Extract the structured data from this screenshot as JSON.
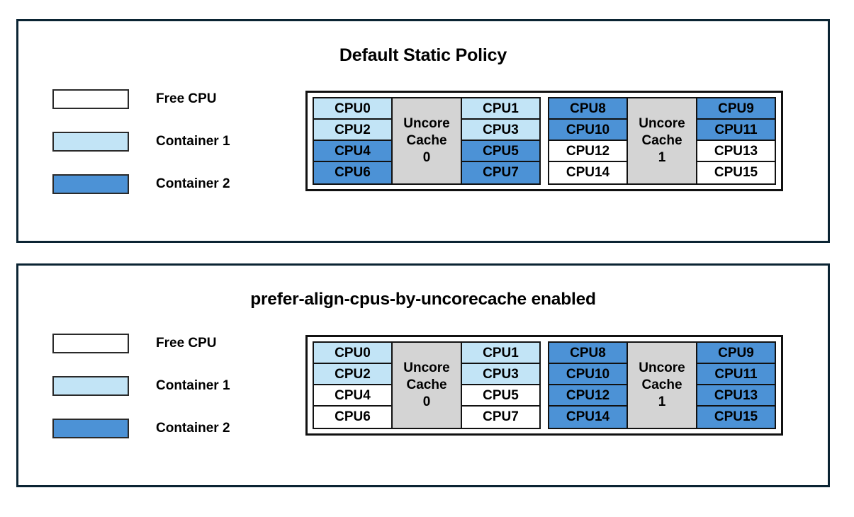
{
  "colors": {
    "free_cpu": "#ffffff",
    "container_1": "#c2e4f6",
    "container_2": "#4c92d6",
    "uncore_cache": "#d4d4d4",
    "border": "#111111",
    "panel_border": "#0b2433"
  },
  "panels": [
    {
      "title": "Default Static Policy",
      "legend": [
        {
          "label": "Free CPU",
          "fill": "free"
        },
        {
          "label": "Container 1",
          "fill": "c1"
        },
        {
          "label": "Container 2",
          "fill": "c2"
        }
      ],
      "sockets": [
        {
          "cache_line1": "Uncore",
          "cache_line2": "Cache",
          "cache_line3": "0",
          "left_cpus": [
            {
              "label": "CPU0",
              "fill": "c1"
            },
            {
              "label": "CPU2",
              "fill": "c1"
            },
            {
              "label": "CPU4",
              "fill": "c2"
            },
            {
              "label": "CPU6",
              "fill": "c2"
            }
          ],
          "right_cpus": [
            {
              "label": "CPU1",
              "fill": "c1"
            },
            {
              "label": "CPU3",
              "fill": "c1"
            },
            {
              "label": "CPU5",
              "fill": "c2"
            },
            {
              "label": "CPU7",
              "fill": "c2"
            }
          ]
        },
        {
          "cache_line1": "Uncore",
          "cache_line2": "Cache",
          "cache_line3": "1",
          "left_cpus": [
            {
              "label": "CPU8",
              "fill": "c2"
            },
            {
              "label": "CPU10",
              "fill": "c2"
            },
            {
              "label": "CPU12",
              "fill": "free"
            },
            {
              "label": "CPU14",
              "fill": "free"
            }
          ],
          "right_cpus": [
            {
              "label": "CPU9",
              "fill": "c2"
            },
            {
              "label": "CPU11",
              "fill": "c2"
            },
            {
              "label": "CPU13",
              "fill": "free"
            },
            {
              "label": "CPU15",
              "fill": "free"
            }
          ]
        }
      ]
    },
    {
      "title": "prefer-align-cpus-by-uncorecache enabled",
      "legend": [
        {
          "label": "Free CPU",
          "fill": "free"
        },
        {
          "label": "Container 1",
          "fill": "c1"
        },
        {
          "label": "Container 2",
          "fill": "c2"
        }
      ],
      "sockets": [
        {
          "cache_line1": "Uncore",
          "cache_line2": "Cache",
          "cache_line3": "0",
          "left_cpus": [
            {
              "label": "CPU0",
              "fill": "c1"
            },
            {
              "label": "CPU2",
              "fill": "c1"
            },
            {
              "label": "CPU4",
              "fill": "free"
            },
            {
              "label": "CPU6",
              "fill": "free"
            }
          ],
          "right_cpus": [
            {
              "label": "CPU1",
              "fill": "c1"
            },
            {
              "label": "CPU3",
              "fill": "c1"
            },
            {
              "label": "CPU5",
              "fill": "free"
            },
            {
              "label": "CPU7",
              "fill": "free"
            }
          ]
        },
        {
          "cache_line1": "Uncore",
          "cache_line2": "Cache",
          "cache_line3": "1",
          "left_cpus": [
            {
              "label": "CPU8",
              "fill": "c2"
            },
            {
              "label": "CPU10",
              "fill": "c2"
            },
            {
              "label": "CPU12",
              "fill": "c2"
            },
            {
              "label": "CPU14",
              "fill": "c2"
            }
          ],
          "right_cpus": [
            {
              "label": "CPU9",
              "fill": "c2"
            },
            {
              "label": "CPU11",
              "fill": "c2"
            },
            {
              "label": "CPU13",
              "fill": "c2"
            },
            {
              "label": "CPU15",
              "fill": "c2"
            }
          ]
        }
      ]
    }
  ]
}
